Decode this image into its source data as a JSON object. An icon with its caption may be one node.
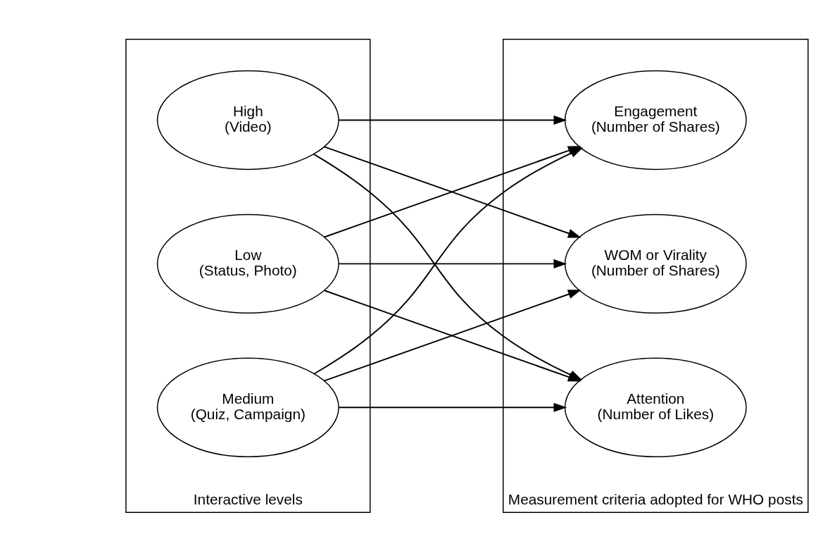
{
  "diagram": {
    "nodes": [
      {
        "text": [
          "Interactive levels"
        ]
      },
      {
        "text": [
          "Low",
          "(Status, Photo)"
        ],
        "in": 0
      },
      {
        "text": [
          "Medium",
          "(Quiz, Campaign)"
        ],
        "in": 0
      },
      {
        "text": [
          "High",
          "(Video)"
        ],
        "in": 0
      },
      {
        "text": [
          "Measurement criteria adopted for WHO posts"
        ]
      },
      {
        "text": [
          "Attention",
          "(Number of Likes)"
        ],
        "in": 4
      },
      {
        "text": [
          "Engagement",
          "(Number of Shares)"
        ],
        "in": 4
      },
      {
        "text": [
          "WOM or Virality",
          "(Number of Shares)"
        ],
        "in": 4
      }
    ],
    "edges": [
      {
        "from": 1,
        "to": 5,
        "arrow": "to"
      },
      {
        "from": 1,
        "to": 6,
        "arrow": "to"
      },
      {
        "from": 1,
        "to": 7,
        "arrow": "to"
      },
      {
        "from": 2,
        "to": 5,
        "arrow": "to"
      },
      {
        "from": 2,
        "to": 6,
        "arrow": "to"
      },
      {
        "from": 2,
        "to": 7,
        "arrow": "to"
      },
      {
        "from": 3,
        "to": 5,
        "arrow": "to"
      },
      {
        "from": 3,
        "to": 6,
        "arrow": "to"
      },
      {
        "from": 3,
        "to": 7,
        "arrow": "to"
      }
    ]
  }
}
